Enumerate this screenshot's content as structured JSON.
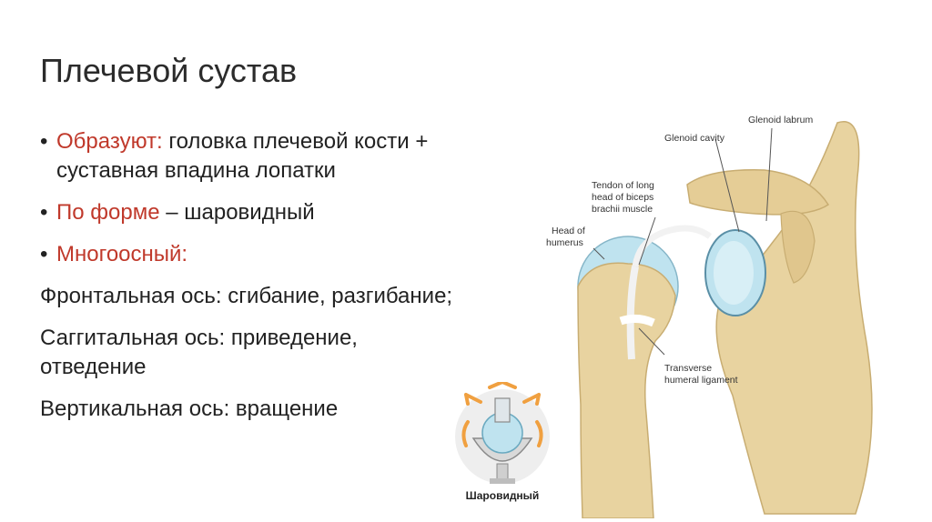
{
  "slide": {
    "title": "Плечевой сустав",
    "bullets": [
      {
        "accent": "Образуют:",
        "text": " головка плечевой кости + суставная впадина лопатки"
      },
      {
        "accent": "По форме",
        "text": " – шаровидный"
      },
      {
        "accent": "Многоосный:",
        "text": ""
      }
    ],
    "paragraphs": [
      "Фронтальная ось: сгибание, разгибание;",
      "Саггитальная ось: приведение, отведение",
      "Вертикальная ось: вращение"
    ],
    "joint_illustration_caption": "Шаровидный",
    "diagram_labels": {
      "glenoid_labrum": "Glenoid labrum",
      "glenoid_cavity": "Glenoid cavity",
      "tendon_line1": "Tendon of long",
      "tendon_line2": "head of biceps",
      "tendon_line3": "brachii muscle",
      "head_line1": "Head of",
      "head_line2": "humerus",
      "transverse_line1": "Transverse",
      "transverse_line2": "humeral ligament"
    }
  },
  "colors": {
    "accent": "#c0392b",
    "bone": "#e8d3a0",
    "cartilage": "#bfe3ef",
    "arrow": "#f0a040"
  }
}
